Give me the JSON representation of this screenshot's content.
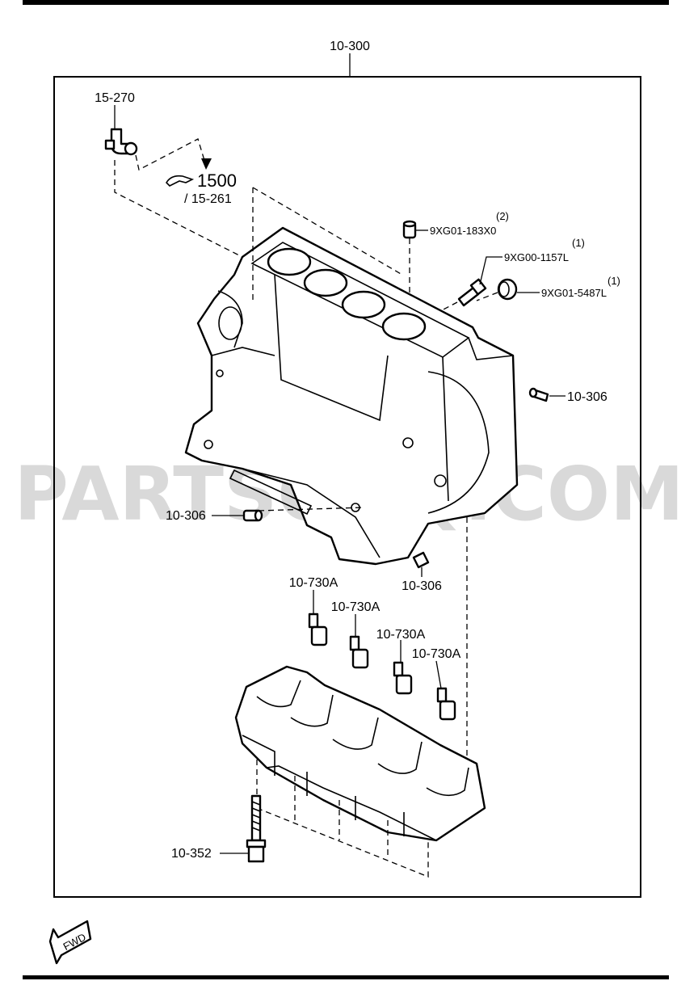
{
  "diagram": {
    "labels": {
      "assembly": "10-300",
      "hose": "15-270",
      "ref_num": "1500",
      "ref_sub": "/ 15-261",
      "plug_top": "9XG01-183X0",
      "plug_top_qty": "(2)",
      "bolt_side": "9XG00-1157L",
      "bolt_side_qty": "(1)",
      "cap_side": "9XG01-5487L",
      "cap_side_qty": "(1)",
      "dowel_right": "10-306",
      "dowel_left": "10-306",
      "dowel_bottom": "10-306",
      "jet1": "10-730A",
      "jet2": "10-730A",
      "jet3": "10-730A",
      "jet4": "10-730A",
      "bolt_bottom": "10-352",
      "fwd": "FWD"
    },
    "watermark": "PARTSOUQ.COM"
  }
}
